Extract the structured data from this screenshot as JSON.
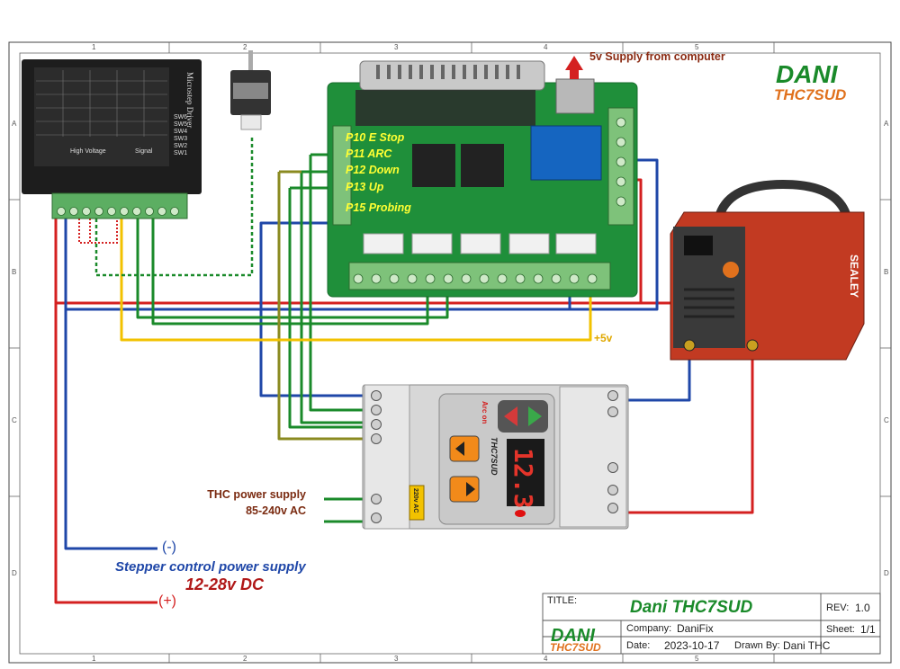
{
  "frame": {
    "cols": [
      "1",
      "2",
      "3",
      "4",
      "5"
    ],
    "rows": [
      "A",
      "B",
      "C",
      "D"
    ]
  },
  "logo": {
    "top": "DANI",
    "bottom": "THC7SUD"
  },
  "labels": {
    "supply_5v": "5v Supply from computer",
    "plus_5v": "+5v",
    "thc_power_line1": "THC power supply",
    "thc_power_line2": "85-240v AC",
    "minus": "(-)",
    "plus": "(+)",
    "stepper_supply": "Stepper control power supply",
    "stepper_voltage": "12-28v  DC"
  },
  "pins": [
    {
      "name": "P10 E Stop"
    },
    {
      "name": "P11 ARC"
    },
    {
      "name": "P12  Down"
    },
    {
      "name": "P13 Up"
    },
    {
      "name": "P15 Probing"
    }
  ],
  "driver": {
    "title": "Microstep Driver",
    "switches": [
      "SW6",
      "SW5",
      "SW4",
      "SW3",
      "SW2",
      "SW1"
    ],
    "high_voltage": "High Voltage",
    "signal": "Signal"
  },
  "thc_unit": {
    "display": "12.3",
    "arc_on": "Arc on",
    "brand": "THC7SUD",
    "input_label": "220v AC"
  },
  "welder": {
    "brand": "SEALEY"
  },
  "title_block": {
    "title_label": "TITLE:",
    "title": "Dani THC7SUD",
    "rev_label": "REV:",
    "rev": "1.0",
    "company_label": "Company:",
    "company": "DaniFix",
    "sheet_label": "Sheet:",
    "sheet": "1/1",
    "date_label": "Date:",
    "date": "2023-10-17",
    "drawn_label": "Drawn By:",
    "drawn": "Dani THC"
  },
  "colors": {
    "wire_red": "#d42020",
    "wire_blue": "#1f47a8",
    "wire_green": "#1a8a2a",
    "wire_yellow": "#f2c200",
    "wire_olive": "#8a8a20",
    "board_green": "#1f8f3a",
    "terminal_green": "#7ec27a",
    "welder_red": "#c23a22"
  }
}
